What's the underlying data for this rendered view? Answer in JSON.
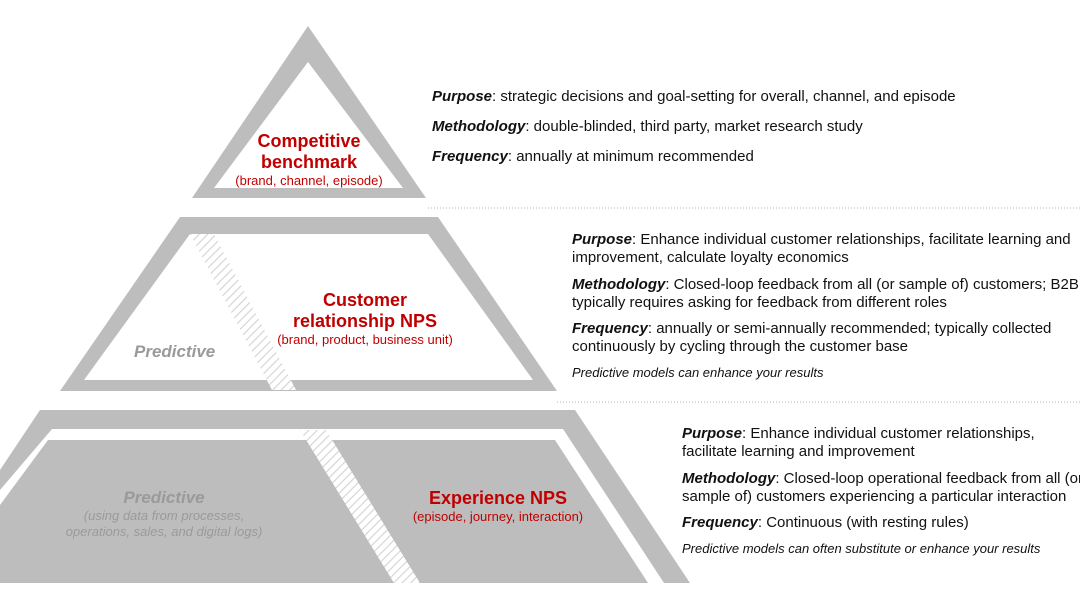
{
  "colors": {
    "pyramid_gray": "#bdbdbd",
    "accent_red": "#c00000",
    "muted_gray": "#9a9a9a"
  },
  "tier1": {
    "title_line1": "Competitive",
    "title_line2": "benchmark",
    "subtitle": "(brand, channel, episode)",
    "purpose_label": "Purpose",
    "purpose_text": ": strategic decisions and goal-setting for overall, channel, and episode",
    "methodology_label": "Methodology",
    "methodology_text": ": double-blinded, third party, market research study",
    "frequency_label": "Frequency",
    "frequency_text": ": annually at minimum recommended"
  },
  "tier2": {
    "predictive_label": "Predictive",
    "title_line1": "Customer",
    "title_line2": "relationship NPS",
    "subtitle": "(brand, product, business unit)",
    "purpose_label": "Purpose",
    "purpose_text_1": ": Enhance individual customer relationships, facilitate learning and",
    "purpose_text_2": "improvement, calculate loyalty economics",
    "methodology_label": "Methodology",
    "methodology_text_1": ": Closed-loop feedback from all (or sample of) customers; B2B",
    "methodology_text_2": "typically requires asking for feedback from different roles",
    "frequency_label": "Frequency",
    "frequency_text_1": ": annually or semi-annually recommended; typically collected",
    "frequency_text_2": "continuously by cycling through the customer base",
    "note": "Predictive models can enhance your results"
  },
  "tier3": {
    "predictive_label": "Predictive",
    "predictive_sub_1": "(using data from processes,",
    "predictive_sub_2": "operations, sales, and digital logs)",
    "title": "Experience NPS",
    "subtitle": "(episode, journey, interaction)",
    "purpose_label": "Purpose",
    "purpose_text_1": ": Enhance individual customer relationships,",
    "purpose_text_2": "facilitate learning and improvement",
    "methodology_label": "Methodology",
    "methodology_text_1": ": Closed-loop operational feedback from all (or",
    "methodology_text_2": "sample of) customers experiencing a particular interaction",
    "frequency_label": "Frequency",
    "frequency_text": ": Continuous (with resting rules)",
    "note": "Predictive models can often substitute or enhance your results"
  }
}
